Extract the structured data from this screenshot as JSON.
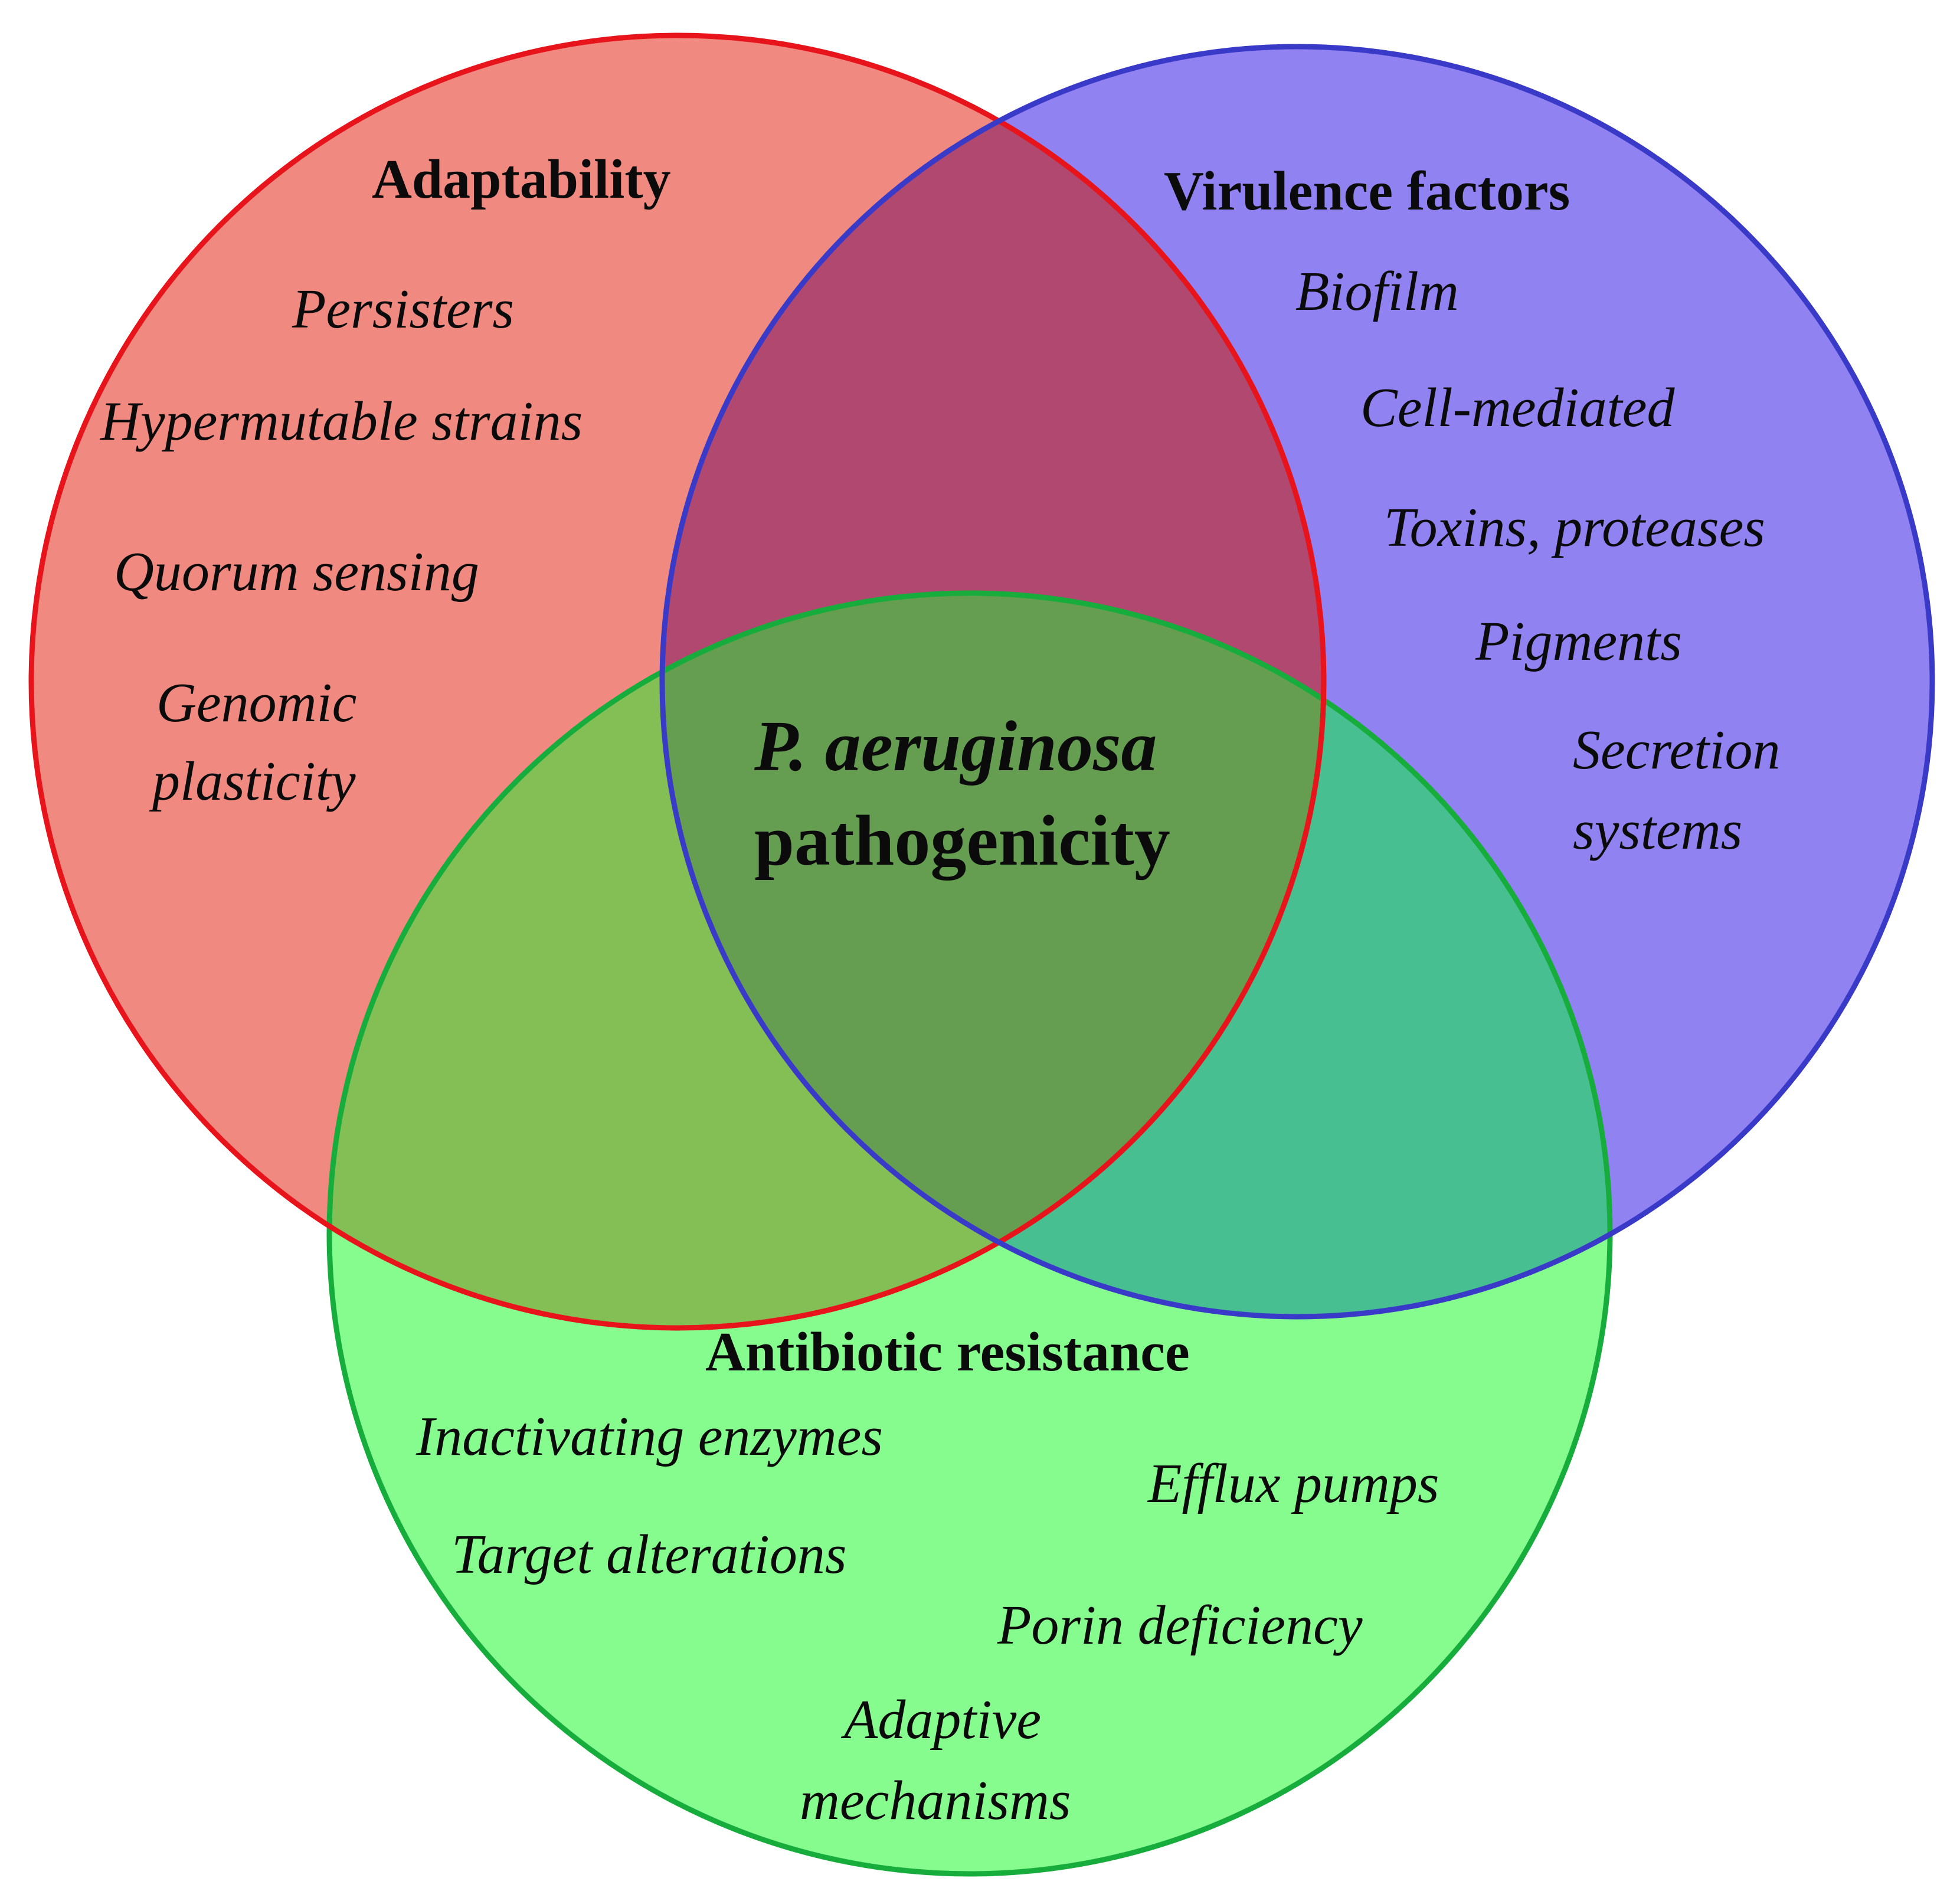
{
  "diagram": {
    "type": "venn",
    "colors": {
      "adaptability_fill": "#F08A80",
      "adaptability_stroke": "#E8141C",
      "virulence_fill": "#9182F2",
      "virulence_stroke": "#3A3AC8",
      "resistance_fill": "#86FB8E",
      "resistance_stroke": "#17AD3C",
      "overlap_adapt_virulence": "#B0486F",
      "overlap_adapt_resistance": "#84BF56",
      "overlap_virulence_resistance": "#47BF91",
      "overlap_all": "#669E51",
      "text": "#0B0B0B"
    },
    "sets": [
      {
        "id": "adaptability",
        "title": "Adaptability",
        "items": [
          "Persisters",
          "Hypermutable strains",
          "Quorum sensing",
          "Genomic",
          "plasticity"
        ]
      },
      {
        "id": "virulence",
        "title": "Virulence factors",
        "items": [
          "Biofilm",
          "Cell-mediated",
          "Toxins, proteases",
          "Pigments",
          "Secretion",
          "systems"
        ]
      },
      {
        "id": "resistance",
        "title": "Antibiotic resistance",
        "items": [
          "Inactivating enzymes",
          "Efflux pumps",
          "Target alterations",
          "Porin deficiency",
          "Adaptive",
          "mechanisms"
        ]
      }
    ],
    "center": {
      "line1": "P. aeruginosa",
      "line2": "pathogenicity"
    }
  }
}
